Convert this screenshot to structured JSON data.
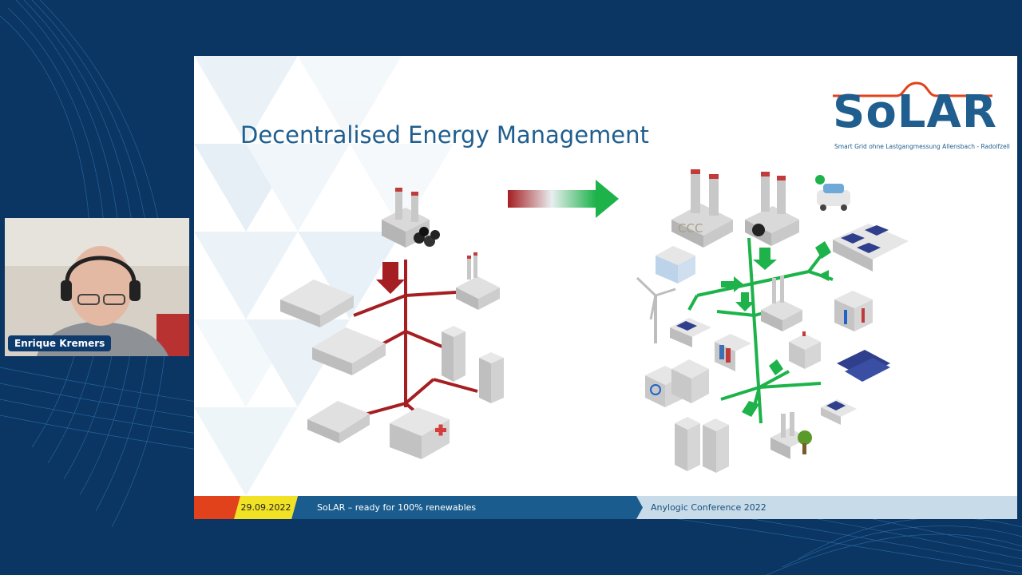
{
  "participant": {
    "name": "Enrique Kremers"
  },
  "slide": {
    "title": "Decentralised Energy Management",
    "logo": {
      "text": "SoLAR",
      "subtitle": "Smart Grid ohne Lastgangmessung Allensbach - Radolfzell"
    },
    "left_plant_label": "CCC",
    "footer": {
      "date": "29.09.2022",
      "middle": "SoLAR – ready for 100% renewables",
      "right": "Anylogic Conference 2022"
    }
  },
  "colors": {
    "background": "#0c3a6a",
    "accent_blue": "#1f5e8e",
    "grid_red": "#a51e22",
    "grid_green": "#1db34a",
    "footer_yellow": "#f1e226",
    "footer_red": "#e2421b"
  }
}
